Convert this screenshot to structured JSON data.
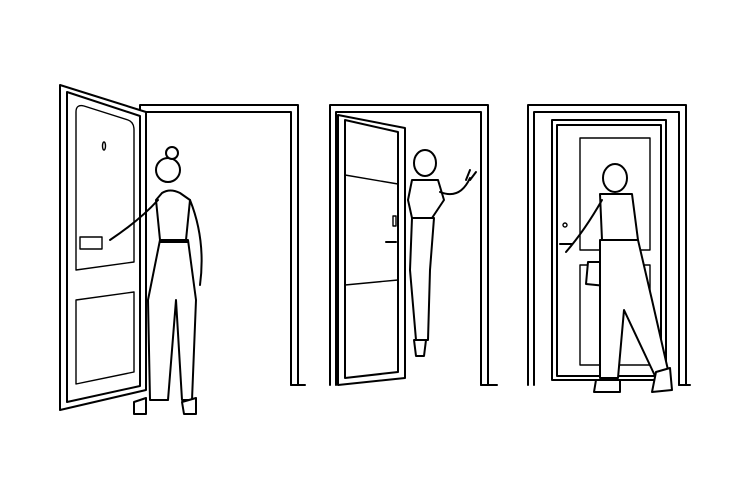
{
  "illustration": {
    "colors": {
      "line": "#000000",
      "background": "#ffffff"
    },
    "scenes": [
      {
        "name": "woman-opening-door"
      },
      {
        "name": "woman-waving-in-doorway"
      },
      {
        "name": "woman-walking-through-door"
      }
    ]
  }
}
